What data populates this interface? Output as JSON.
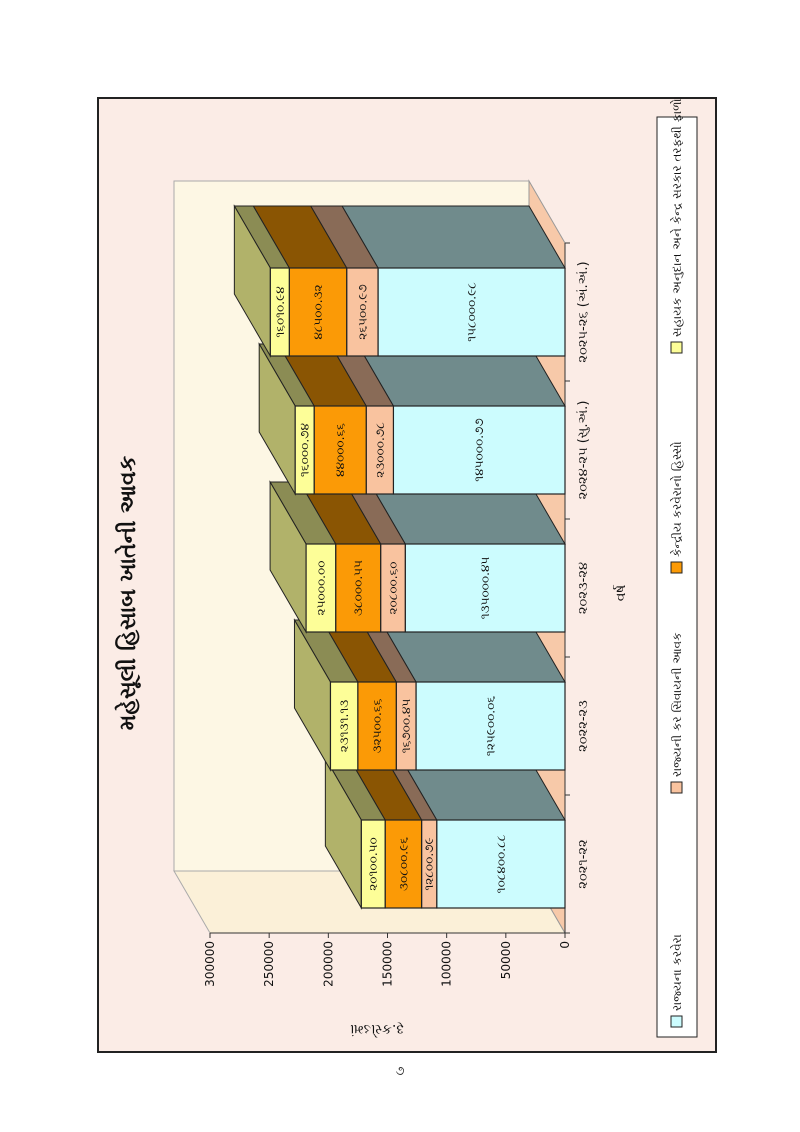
{
  "page": {
    "number": "૭"
  },
  "chart_data": {
    "type": "bar",
    "stacked": true,
    "three_d": true,
    "title": "મહેસૂલી હિસાબ ખાતેની આવક",
    "xlabel": "વર્ષ",
    "ylabel": "રૂ.કરોડમાં",
    "ylim": [
      0,
      300000
    ],
    "yticks": [
      0,
      50000,
      100000,
      150000,
      200000,
      250000,
      300000
    ],
    "ytick_labels": [
      "0",
      "50000",
      "100000",
      "150000",
      "200000",
      "250000",
      "300000"
    ],
    "grid": false,
    "legend_position": "bottom",
    "categories": [
      "૨૦૨૧-૨૨",
      "૨૦૨૨-૨૩",
      "૨૦૨૩-૨૪",
      "૨૦૨૪-૨૫ (સુ.અં.)",
      "૨૦૨૫-૨૬ (અં.અં.)"
    ],
    "series": [
      {
        "name": "રાજ્યના કરવેરા",
        "color": "#ccfcfe",
        "values": [
          108400,
          125900,
          135000,
          145000,
          158000
        ],
        "labels": [
          "૧૦૮૪૦૦.૮૮",
          "૧૨૫૯૦૦.૦૬",
          "૧૩૫૦૦૦.૪૫",
          "૧૪૫૦૦૦.૭૭",
          "૧૫૮૦૦૦.૯૮"
        ]
      },
      {
        "name": "રાજ્યની કર સિવાયની આવક",
        "color": "#f9c39f",
        "values": [
          12800,
          16700,
          20800,
          23000,
          26500
        ],
        "labels": [
          "૧૨૮૦૦.૭૯",
          "૧૬૭૦૦.૪૫",
          "૨૦૮૦૦.૬૦",
          "૨૩૦૦૦.૭૮",
          "૨૬૫૦૦.૯૭"
        ]
      },
      {
        "name": "કેન્દ્રીય કરવેરાનો હિસ્સો",
        "color": "#fb9a06",
        "values": [
          30800,
          32500,
          38000,
          44000,
          48500
        ],
        "labels": [
          "૩૦૮૦૦.૯૬",
          "૩૨૫૦૦.૬૬",
          "૩૮૦૦૦.૫૫",
          "૪૪૦૦૦.૬૬",
          "૪૮૫૦૦.૩૨"
        ]
      },
      {
        "name": "સહાયક અનુદાન અને કેન્દ્ર સરકાર તરફથી ફાળો",
        "color": "#fdfe98",
        "values": [
          20100,
          23100,
          25000,
          16000,
          16000
        ],
        "labels": [
          "૨૦૧૦૦.૫૦",
          "૨૩૧૩૧.૧૩",
          "૨૫૦૦૦.૦૦",
          "૧૬૦૦૦.૭૪",
          "૧૬૦૧૦.૯૪"
        ]
      }
    ]
  }
}
